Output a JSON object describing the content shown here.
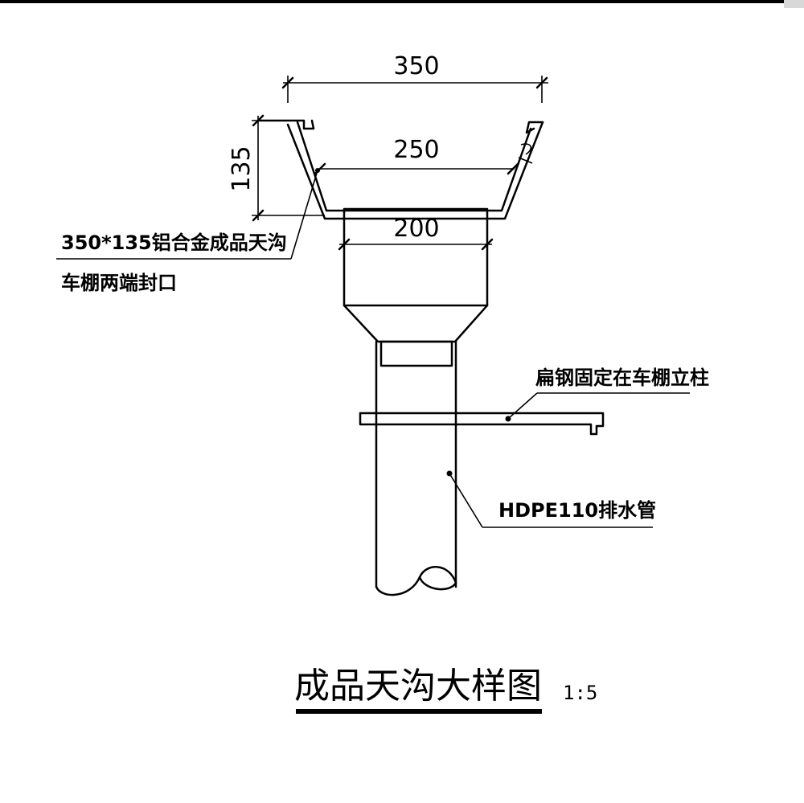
{
  "dimensions": {
    "top_width": "350",
    "mid_width": "250",
    "outlet_width": "200",
    "gutter_height": "135"
  },
  "labels": {
    "gutter_product": "350*135铝合金成品天沟",
    "end_seal": "车棚两端封口",
    "flat_steel": "扁钢固定在车棚立柱",
    "drain_pipe": "HDPE110排水管"
  },
  "title": {
    "text": "成品天沟大样图",
    "scale": "1:5"
  },
  "colors": {
    "line": "#000000",
    "background": "#ffffff"
  }
}
